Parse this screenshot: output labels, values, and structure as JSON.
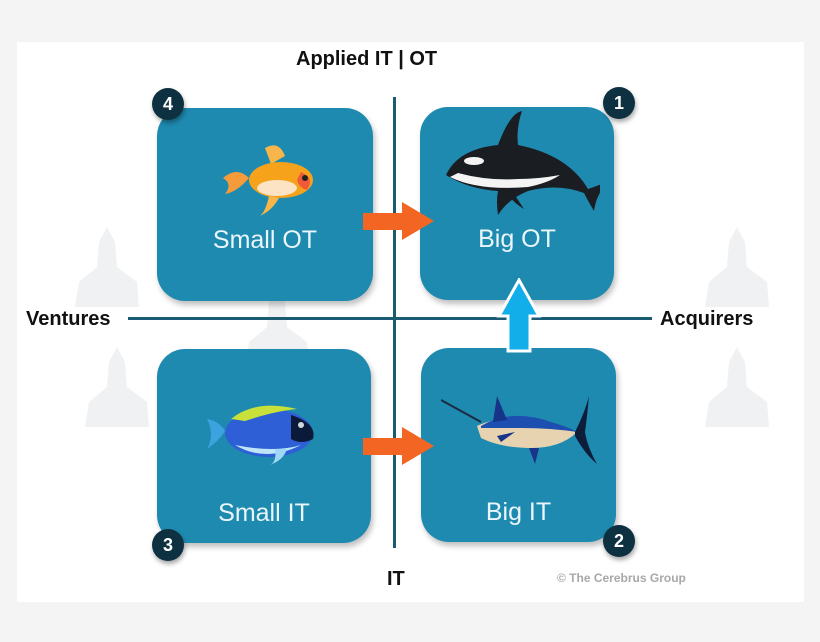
{
  "axes": {
    "top": "Applied IT | OT",
    "bottom": "IT",
    "left": "Ventures",
    "right": "Acquirers"
  },
  "quadrants": [
    {
      "number": "1",
      "label": "Big OT",
      "animal": "orca-icon"
    },
    {
      "number": "2",
      "label": "Big IT",
      "animal": "marlin-icon"
    },
    {
      "number": "3",
      "label": "Small IT",
      "animal": "blue-tang-fish-icon"
    },
    {
      "number": "4",
      "label": "Small OT",
      "animal": "goldfish-icon"
    }
  ],
  "arrows": [
    {
      "from": "Small OT",
      "to": "Big OT",
      "direction": "right",
      "color": "#f26522"
    },
    {
      "from": "Small IT",
      "to": "Big IT",
      "direction": "right",
      "color": "#f26522"
    },
    {
      "from": "Big IT",
      "to": "Big OT",
      "direction": "up",
      "color": "#12aeea"
    }
  ],
  "colors": {
    "box": "#1e8ab0",
    "badge": "#0d3140",
    "axis": "#1a5b73",
    "orange_arrow": "#f26522",
    "blue_arrow": "#12aeea"
  },
  "credit": "© The Cerebrus Group"
}
